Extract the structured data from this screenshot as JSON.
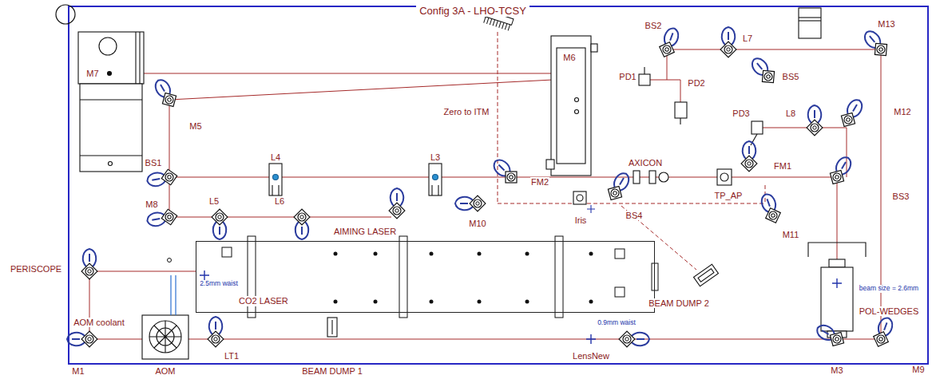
{
  "diagram": {
    "title": "Config 3A - LHO-TCSY",
    "nodes": [
      {
        "text": [
          "CO2 LASER"
        ]
      }
    ],
    "labels": [
      "M7",
      "M5",
      "BS1",
      "M8",
      "L4",
      "L3",
      "L5",
      "L6",
      "AIMING LASER",
      "M6",
      "Zero to ITM",
      "FM2",
      "M10",
      "Iris",
      "BS4",
      "BS2",
      "PD1",
      "PD2",
      "L7",
      "BS5",
      "M13",
      "PD3",
      "L8",
      "M12",
      "FM1",
      "AXICON",
      "TP_AP",
      "BS3",
      "M11",
      "PERISCOPE",
      "AOM coolant",
      "2.5mm waist",
      "beam size = 2.6mm",
      "POL-WEDGES",
      "BEAM DUMP 2",
      "0.9mm waist",
      "LT1",
      "LensNew",
      "M3",
      "M9",
      "M1",
      "AOM",
      "BEAM DUMP 1"
    ]
  }
}
